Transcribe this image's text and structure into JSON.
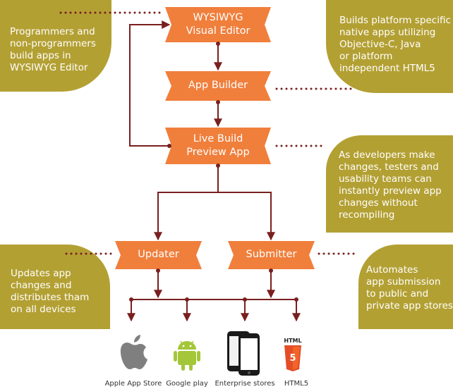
{
  "colors": {
    "node": "#f07f3c",
    "callout": "#b3a033",
    "connector": "#7a1f1f",
    "text_light": "#ffffff",
    "text_dark": "#333333"
  },
  "nodes": {
    "wysiwyg": [
      "WYSIWYG",
      "Visual Editor"
    ],
    "builder": [
      "App Builder"
    ],
    "preview": [
      "Live Build",
      "Preview App"
    ],
    "updater": [
      "Updater"
    ],
    "submitter": [
      "Submitter"
    ]
  },
  "callouts": {
    "programmers": [
      "Programmers and",
      "non-programmers",
      "build apps in",
      "WYSIWYG Editor"
    ],
    "builds": [
      "Builds platform specific",
      "native apps utilizing",
      "Objective-C, Java",
      "or platform",
      "independent HTML5"
    ],
    "developers": [
      "As developers make",
      "changes, testers and",
      "usability teams can",
      "instantly preview app",
      "changes without",
      "recompiling"
    ],
    "updates": [
      "Updates app",
      "changes and",
      "distributes tham",
      "on all devices"
    ],
    "automates": [
      "Automates",
      "app submission",
      "to public and",
      "private app stores"
    ]
  },
  "targets": [
    {
      "label": "Apple App Store",
      "icon": "apple-icon"
    },
    {
      "label": "Google play",
      "icon": "android-icon"
    },
    {
      "label": "Enterprise stores",
      "icon": "phones-icon"
    },
    {
      "label": "HTML5",
      "icon": "html5-icon",
      "badge": "HTML"
    }
  ]
}
